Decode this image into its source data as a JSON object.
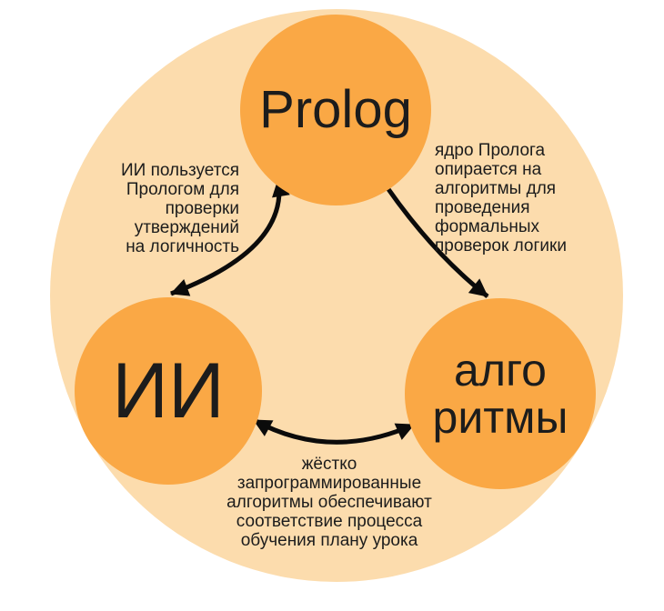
{
  "diagram": {
    "colors": {
      "background": "#ffffff",
      "outer_circle": "#fcdcad",
      "node": "#faa845",
      "text": "#1c1c1c",
      "arrow": "#0b0b0b"
    },
    "nodes": [
      {
        "id": "prolog",
        "label": "Prolog"
      },
      {
        "id": "ii",
        "label": "ИИ"
      },
      {
        "id": "algorithms",
        "label": "алго\nритмы"
      }
    ],
    "edges": [
      {
        "from": "ii",
        "to": "prolog",
        "style": "double-headed-curved-arrow",
        "label": "ИИ пользуется\nПрологом для\nпроверки\nутверждений\nна логичность"
      },
      {
        "from": "prolog",
        "to": "algorithms",
        "style": "double-headed-curved-arrow",
        "label": "ядро Пролога\nопирается на\nалгоритмы для\nпроведения\nформальных\nпроверок логики"
      },
      {
        "from": "algorithms",
        "to": "ii",
        "style": "double-headed-curved-arrow",
        "label": "жёстко\nзапрограммированные\nалгоритмы обеспечивают\nсоответствие процесса\nобучения плану урока"
      }
    ]
  }
}
